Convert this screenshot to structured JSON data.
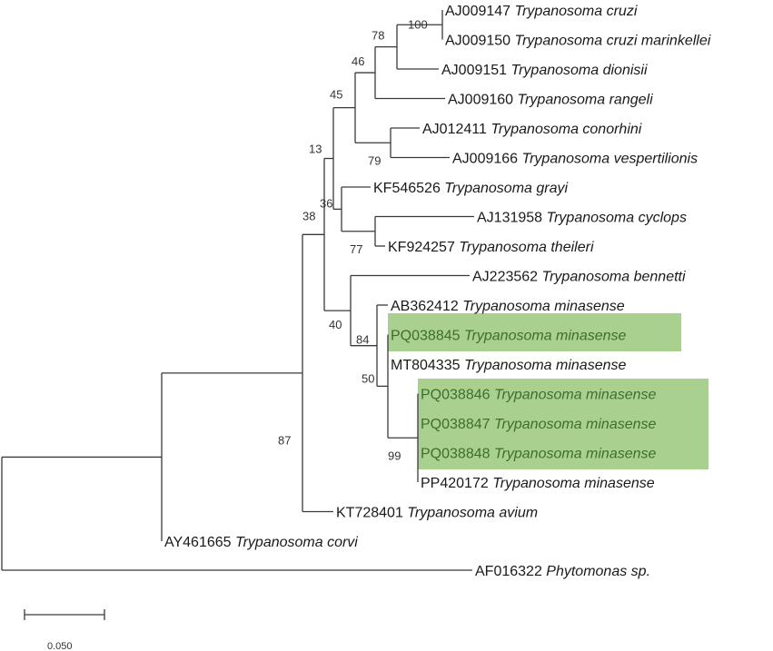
{
  "tree": {
    "leaves": [
      {
        "id": "AJ009147",
        "accession": "AJ009147",
        "species": "Trypanosoma cruzi",
        "highlighted": false
      },
      {
        "id": "AJ009150",
        "accession": "AJ009150",
        "species": "Trypanosoma cruzi marinkellei",
        "highlighted": false
      },
      {
        "id": "AJ009151",
        "accession": "AJ009151",
        "species": "Trypanosoma dionisii",
        "highlighted": false
      },
      {
        "id": "AJ009160",
        "accession": "AJ009160",
        "species": "Trypanosoma rangeli",
        "highlighted": false
      },
      {
        "id": "AJ012411",
        "accession": "AJ012411",
        "species": "Trypanosoma conorhini",
        "highlighted": false
      },
      {
        "id": "AJ009166",
        "accession": "AJ009166",
        "species": "Trypanosoma vespertilionis",
        "highlighted": false
      },
      {
        "id": "KF546526",
        "accession": "KF546526",
        "species": "Trypanosoma grayi",
        "highlighted": false
      },
      {
        "id": "AJ131958",
        "accession": "AJ131958",
        "species": "Trypanosoma cyclops",
        "highlighted": false
      },
      {
        "id": "KF924257",
        "accession": "KF924257",
        "species": "Trypanosoma theileri",
        "highlighted": false
      },
      {
        "id": "AJ223562",
        "accession": "AJ223562",
        "species": "Trypanosoma bennetti",
        "highlighted": false
      },
      {
        "id": "AB362412",
        "accession": "AB362412",
        "species": "Trypanosoma minasense",
        "highlighted": false
      },
      {
        "id": "PQ038845",
        "accession": "PQ038845",
        "species": "Trypanosoma minasense",
        "highlighted": true
      },
      {
        "id": "MT804335",
        "accession": "MT804335",
        "species": "Trypanosoma minasense",
        "highlighted": false
      },
      {
        "id": "PQ038846",
        "accession": "PQ038846",
        "species": "Trypanosoma minasense",
        "highlighted": true
      },
      {
        "id": "PQ038847",
        "accession": "PQ038847",
        "species": "Trypanosoma minasense",
        "highlighted": true
      },
      {
        "id": "PQ038848",
        "accession": "PQ038848",
        "species": "Trypanosoma minasense",
        "highlighted": true
      },
      {
        "id": "PP420172",
        "accession": "PP420172",
        "species": "Trypanosoma minasense",
        "highlighted": false
      },
      {
        "id": "KT728401",
        "accession": "KT728401",
        "species": "Trypanosoma avium",
        "highlighted": false
      },
      {
        "id": "AY461665",
        "accession": "AY461665",
        "species": "Trypanosoma corvi",
        "highlighted": false
      },
      {
        "id": "AF016322",
        "accession": "AF016322",
        "species": "Phytomonas sp.",
        "highlighted": false
      }
    ],
    "bootstrap": {
      "n_cruzi": "100",
      "n_dionisii": "78",
      "n_rangeli": "46",
      "n_conorhini": "79",
      "n_group1": "45",
      "n_cyclops": "77",
      "n_grayi": "36",
      "n_upper": "13",
      "n_mina_inner": "99",
      "n_mina_mid": "50",
      "n_mina": "84",
      "n_bennetti": "40",
      "n_main": "38",
      "n_root_in": "87"
    },
    "scale_bar": {
      "label": "0.050",
      "value": 0.05
    },
    "highlight_color": "#a9d08e"
  }
}
